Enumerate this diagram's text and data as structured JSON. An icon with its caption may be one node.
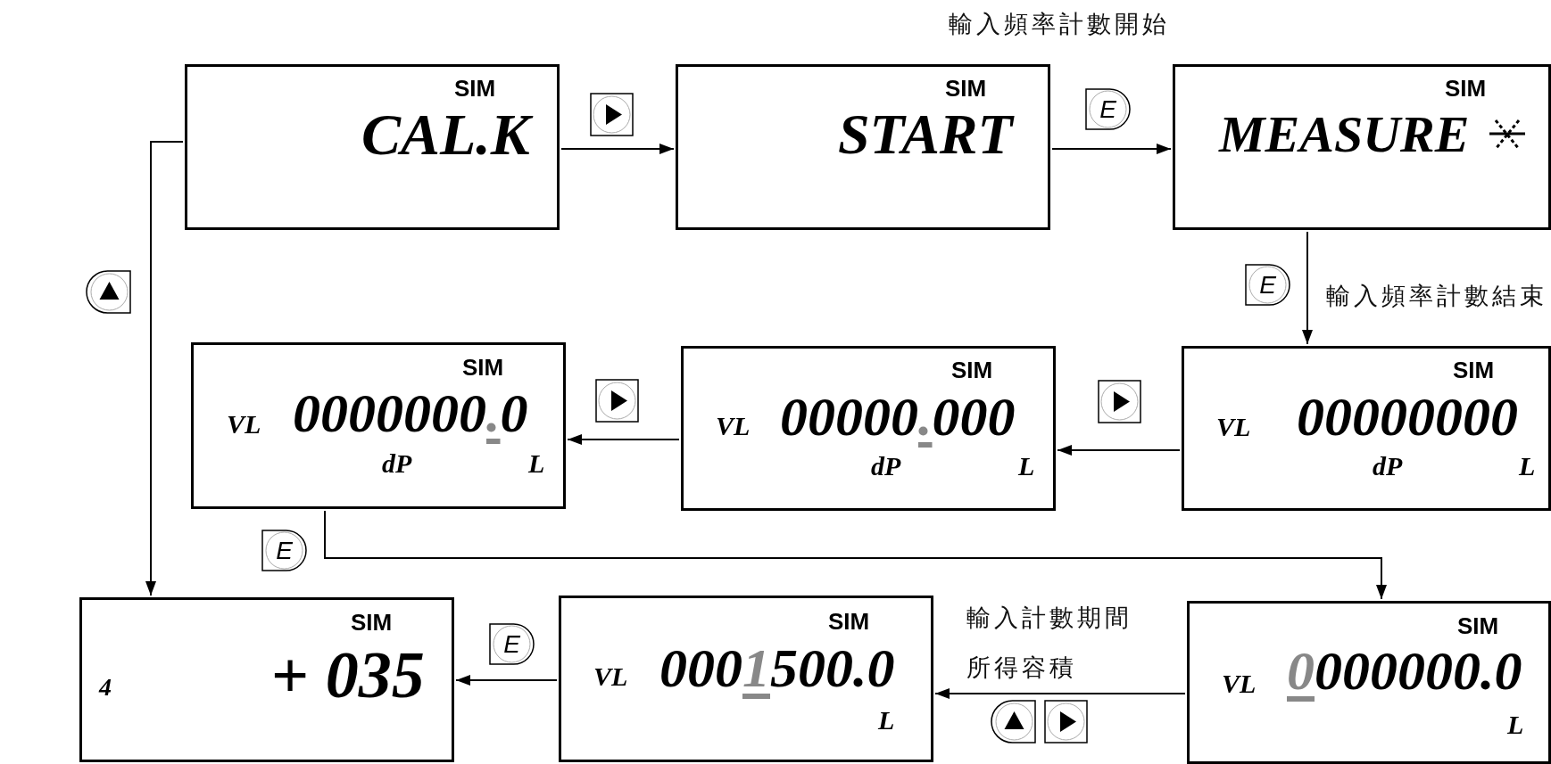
{
  "diagram": {
    "nodes": [
      {
        "text": [
          "SIM",
          "CAL.K"
        ]
      },
      {
        "text": [
          "SIM",
          "START"
        ]
      },
      {
        "text": [
          "SIM",
          "MEASURE"
        ]
      },
      {
        "text": [
          "SIM",
          "VL",
          "0000000.0",
          "dP",
          "L"
        ]
      },
      {
        "text": [
          "SIM",
          "VL",
          "00000.000",
          "dP",
          "L"
        ]
      },
      {
        "text": [
          "SIM",
          "VL",
          "00000000",
          "dP",
          "L"
        ]
      },
      {
        "text": [
          "SIM",
          "4",
          "+ *035*"
        ]
      },
      {
        "text": [
          "SIM",
          "VL",
          "0001500.0",
          "L"
        ]
      },
      {
        "text": [
          "SIM",
          "VL",
          "0000000.0",
          "L"
        ]
      }
    ],
    "edges": [
      {
        "from": 0,
        "to": 1,
        "arrow": "to"
      },
      {
        "from": 1,
        "to": 2,
        "arrow": "to",
        "label": "E"
      },
      {
        "from": 2,
        "to": 5,
        "arrow": "to",
        "label": "E"
      },
      {
        "from": 5,
        "to": 4,
        "arrow": "to"
      },
      {
        "from": 4,
        "to": 3,
        "arrow": "to"
      },
      {
        "from": 3,
        "to": 8,
        "arrow": "to",
        "label": "E"
      },
      {
        "from": 8,
        "to": 7,
        "arrow": "to",
        "label": "輸入計數期間所得容積"
      },
      {
        "from": 7,
        "to": 6,
        "arrow": "to",
        "label": "E"
      },
      {
        "from": 0,
        "to": 6,
        "arrow": "to"
      }
    ],
    "labels": [
      "輸入頻率計數開始",
      "輸入頻率計數結束"
    ]
  }
}
